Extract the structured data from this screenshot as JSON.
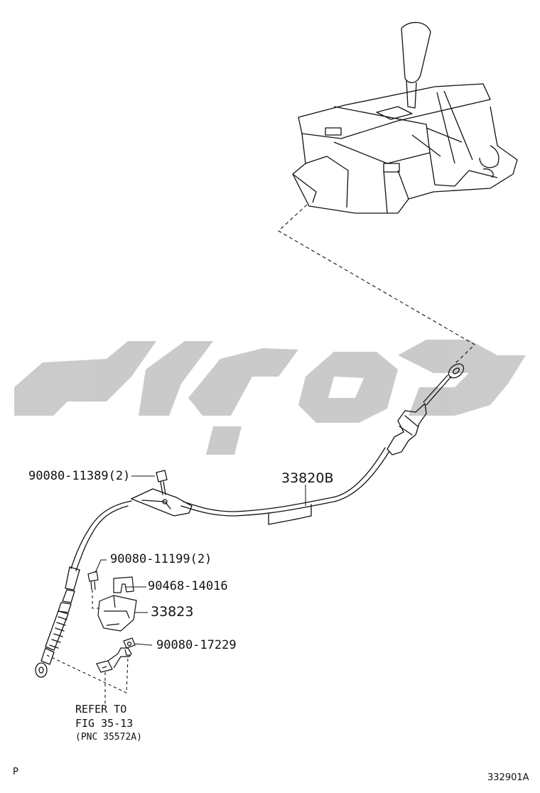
{
  "parts": [
    {
      "id": "p1",
      "number": "90080-11389(2)"
    },
    {
      "id": "p2",
      "number": "33820B"
    },
    {
      "id": "p3",
      "number": "90080-11199(2)"
    },
    {
      "id": "p4",
      "number": "90468-14016"
    },
    {
      "id": "p5",
      "number": "33823"
    },
    {
      "id": "p6",
      "number": "90080-17229"
    }
  ],
  "reference": {
    "line1": "REFER TO",
    "line2": "FIG 35-13",
    "line3": "(PNC 35572A)"
  },
  "corner_left": "P",
  "diagram_code": "332901A",
  "watermark_color": "#c8c8c8"
}
